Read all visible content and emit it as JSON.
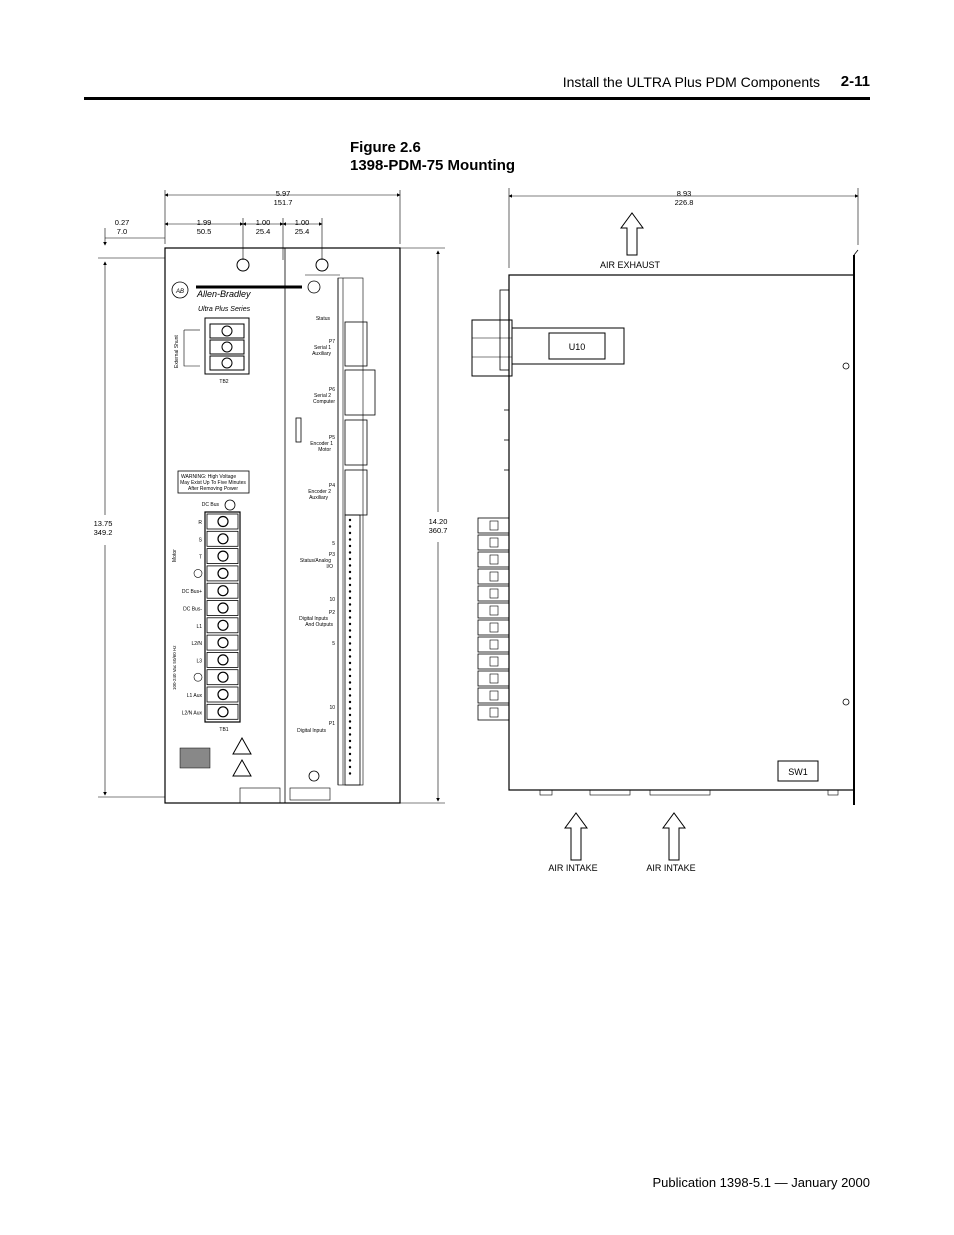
{
  "header": {
    "section_title": "Install the ULTRA Plus PDM Components",
    "page_number": "2-11"
  },
  "figure": {
    "number": "Figure 2.6",
    "title": "1398-PDM-75 Mounting"
  },
  "front_view": {
    "dim_width_in": "5.97",
    "dim_width_mm": "151.7",
    "dim_a_in": "0.27",
    "dim_a_mm": "7.0",
    "dim_b_in": "1.99",
    "dim_b_mm": "50.5",
    "dim_c_in": "1.00",
    "dim_c_mm": "25.4",
    "dim_d_in": "1.00",
    "dim_d_mm": "25.4",
    "dim_height_in": "13.75",
    "dim_height_mm": "349.2",
    "dim_total_in": "14.20",
    "dim_total_mm": "360.7",
    "brand": "Allen-Bradley",
    "brand_logo": "AB",
    "series": "Ultra Plus Series",
    "shunt_label": "External Shunt",
    "tb2": "TB2",
    "tb1": "TB1",
    "warning_line1": "WARNING:      High Voltage",
    "warning_line2": "May Exist Up To Five Minutes",
    "warning_line3": "After Removing Power",
    "dc_bus": "DC Bus",
    "motor_group": "Motor",
    "power_group": "100-240 Vac 50/60 Hz",
    "tb1_labels": [
      "R",
      "S",
      "T",
      "",
      "DC Bus+",
      "DC Bus-",
      "L1",
      "L2/N",
      "L3",
      "",
      "L1 Aux",
      "L2/N Aux"
    ],
    "ports": {
      "status": "Status",
      "p7": "P7",
      "p7_name": "Serial 1",
      "p7_sub": "Auxiliary",
      "p6": "P6",
      "p6_name": "Serial 2",
      "p6_sub": "Computer",
      "p5": "P5",
      "p5_name": "Encoder 1",
      "p5_sub": "Motor",
      "p4": "P4",
      "p4_name": "Encoder 2",
      "p4_sub": "Auxiliary",
      "p3": "P3",
      "p3_name": "Status/Analog",
      "p3_sub": "I/O",
      "p2": "P2",
      "p2_name": "Digital Inputs",
      "p2_sub": "And Outputs",
      "p1": "P1",
      "p1_name": "Digital Inputs",
      "pin5": "5",
      "pin10": "10"
    }
  },
  "side_view": {
    "dim_depth_in": "8.93",
    "dim_depth_mm": "226.8",
    "air_exhaust": "AIR EXHAUST",
    "air_intake_1": "AIR INTAKE",
    "air_intake_2": "AIR INTAKE",
    "u10": "U10",
    "sw1": "SW1"
  },
  "footer": {
    "publication": "Publication 1398-5.1 — January 2000"
  }
}
